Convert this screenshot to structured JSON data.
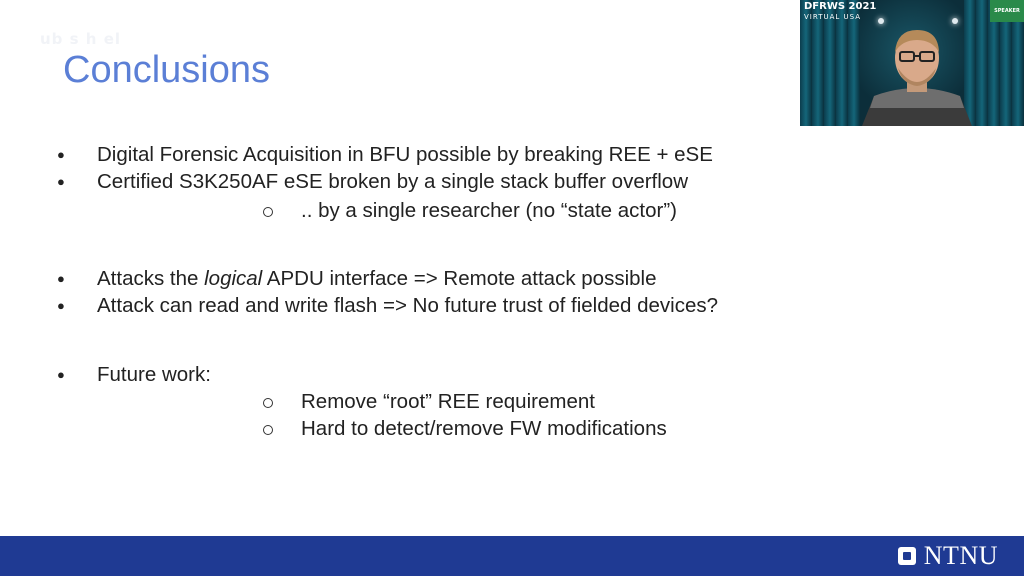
{
  "slide": {
    "title": "Conclusions",
    "watermark": "ub s h el"
  },
  "bullets": [
    {
      "text": "Digital Forensic Acquisition in BFU possible by breaking REE + eSE",
      "level": 1
    },
    {
      "text": "Certified S3K250AF eSE broken by a single stack buffer overflow",
      "level": 1
    },
    {
      "text": ".. by a single researcher (no “state actor”)",
      "level": 2
    },
    {
      "text_before": "Attacks the ",
      "text_italic": "logical",
      "text_after": " APDU interface => Remote attack possible",
      "level": 1
    },
    {
      "text": "Attack can read and write flash => No future trust of fielded devices?",
      "level": 1
    },
    {
      "text": "Future work:",
      "level": 1
    },
    {
      "text": "Remove “root” REE requirement",
      "level": 2
    },
    {
      "text": "Hard to detect/remove FW modifications",
      "level": 2
    }
  ],
  "bullet_glyph": "●",
  "footer": {
    "logo_text": "NTNU",
    "color": "#1f3a93"
  },
  "video": {
    "event_line1": "DFRWS 2021",
    "event_line2": "VIRTUAL USA",
    "badge": "SPEAKER"
  },
  "colors": {
    "title": "#5b7fd6",
    "text": "#222222"
  }
}
